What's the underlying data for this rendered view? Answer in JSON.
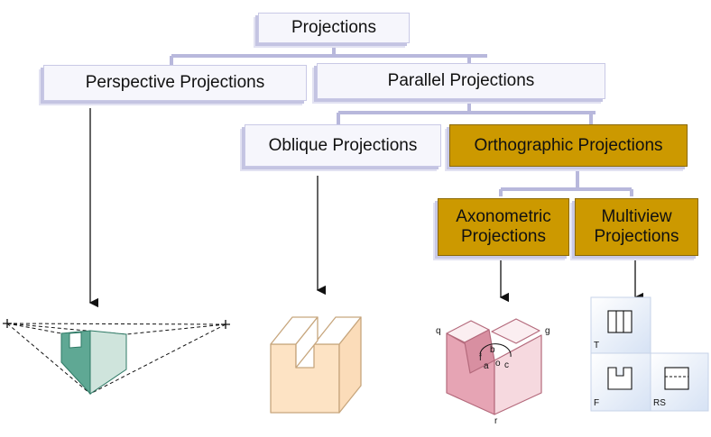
{
  "nodes": {
    "projections": "Projections",
    "perspective": "Perspective Projections",
    "parallel": "Parallel Projections",
    "oblique": "Oblique Projections",
    "orthographic": "Orthographic Projections",
    "axonometric": "Axonometric\nProjections",
    "multiview": "Multiview\nProjections"
  },
  "colors": {
    "light_box": "#f6f6fc",
    "highlight_box": "#cc9900",
    "connector": "#b8b8dc",
    "perspective_solid": "#5fa894",
    "oblique_solid": "#fde3c4",
    "axonometric_solid": "#e6a4b4",
    "multiview_panel": "#dce6f6"
  },
  "axonometric_labels": {
    "q": "q",
    "g": "g",
    "r": "r",
    "a": "a",
    "b": "b",
    "c": "c",
    "o": "o",
    "f": "f"
  },
  "multiview_labels": {
    "top": "T",
    "front": "F",
    "right_side": "RS"
  }
}
